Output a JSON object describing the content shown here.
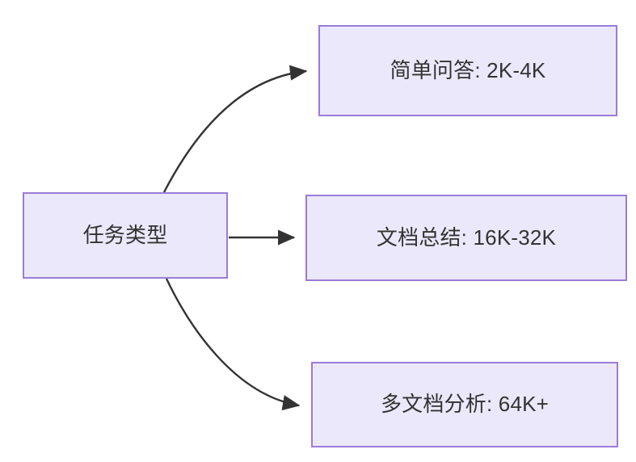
{
  "diagram": {
    "type": "flowchart",
    "direction": "left-to-right",
    "background_color": "#ffffff",
    "node_fill_color": "#ece8fb",
    "node_border_color": "#9a7bd8",
    "node_text_color": "#333333",
    "edge_color": "#333333",
    "root": {
      "id": "task-type",
      "label": "任务类型"
    },
    "branches": [
      {
        "id": "simple-qa",
        "label": "简单问答: 2K-4K",
        "task": "简单问答",
        "context_range": "2K-4K",
        "edge_style": "curved"
      },
      {
        "id": "doc-sum",
        "label": "文档总结: 16K-32K",
        "task": "文档总结",
        "context_range": "16K-32K",
        "edge_style": "straight"
      },
      {
        "id": "multi-doc",
        "label": "多文档分析: 64K+",
        "task": "多文档分析",
        "context_range": "64K+",
        "edge_style": "curved"
      }
    ]
  }
}
